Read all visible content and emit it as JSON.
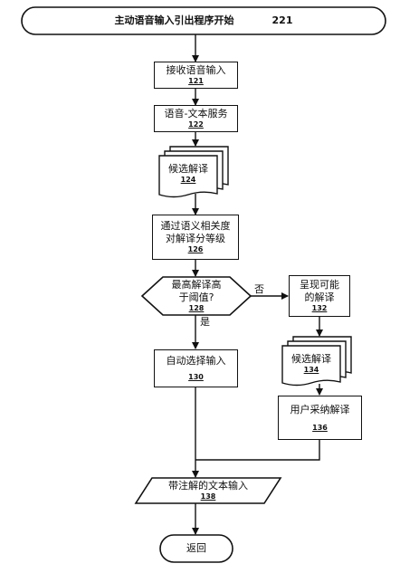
{
  "nodes": {
    "start": {
      "label": "主动语音输入引出程序开始",
      "ref": "221"
    },
    "n121": {
      "label": "接收语音输入",
      "ref": "121"
    },
    "n122": {
      "label": "语音-文本服务",
      "ref": "122"
    },
    "n124": {
      "label": "候选解译",
      "ref": "124"
    },
    "n126": {
      "label_line1": "通过语义相关度",
      "label_line2": "对解译分等级",
      "ref": "126"
    },
    "n128": {
      "label_line1": "最高解译高",
      "label_line2": "于阈值?",
      "ref": "128"
    },
    "n130": {
      "label": "自动选择输入",
      "ref": "130"
    },
    "n132": {
      "label_line1": "呈现可能",
      "label_line2": "的解译",
      "ref": "132"
    },
    "n134": {
      "label": "候选解译",
      "ref": "134"
    },
    "n136": {
      "label": "用户采纳解译",
      "ref": "136"
    },
    "n138": {
      "label": "带注解的文本输入",
      "ref": "138"
    },
    "end": {
      "label": "返回"
    }
  },
  "edges": {
    "no": "否",
    "yes": "是"
  }
}
